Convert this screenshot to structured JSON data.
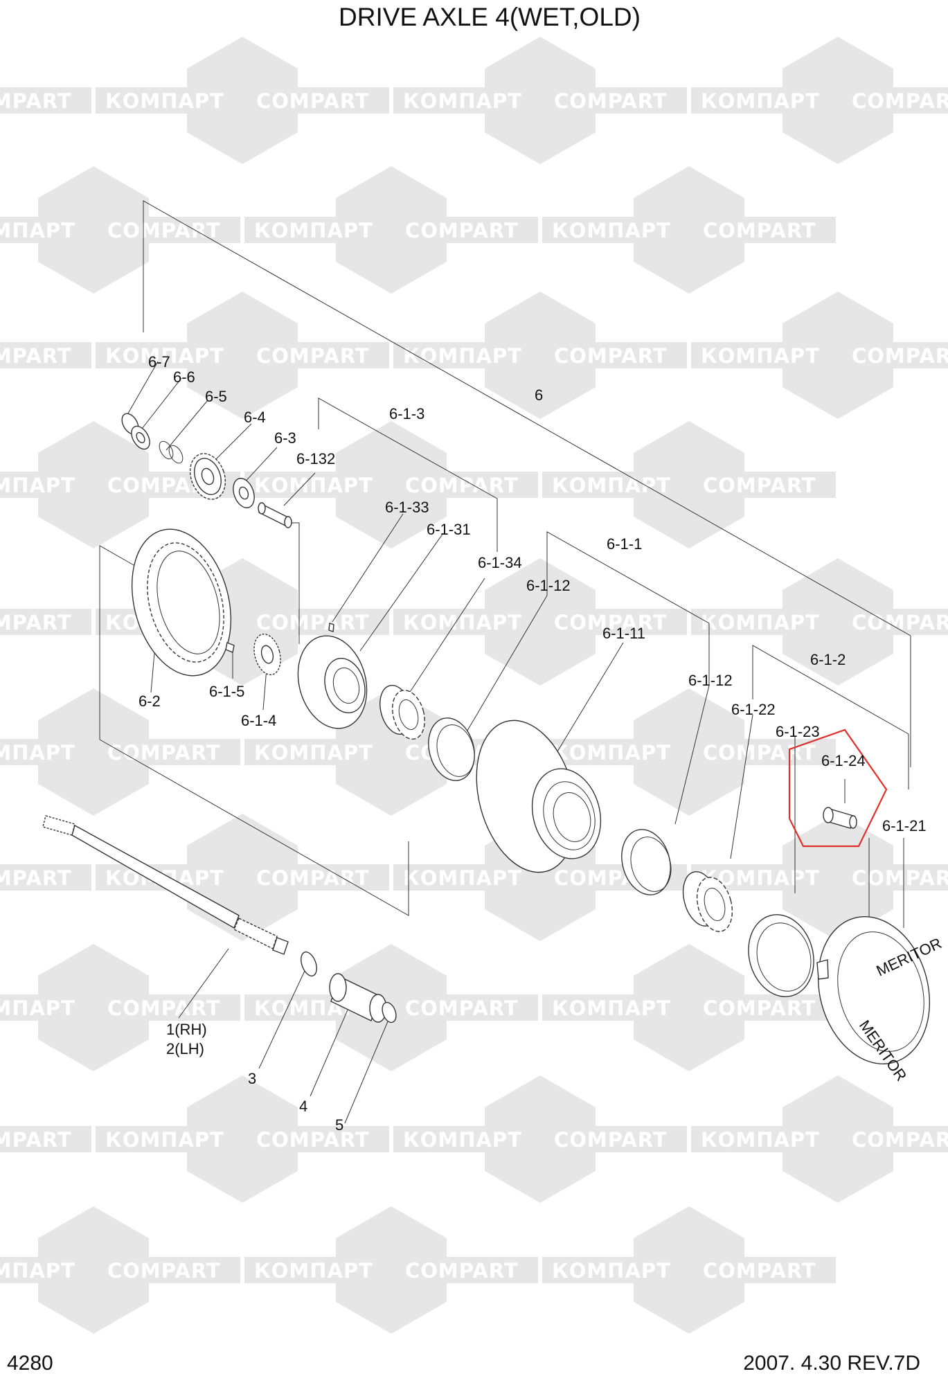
{
  "title": "DRIVE AXLE 4(WET,OLD)",
  "page_number": "4280",
  "revision": "2007. 4.30 REV.7D",
  "watermark": {
    "latin": "COMPART",
    "cyrillic": "КОМПАРТ",
    "color": "#e6e6e6"
  },
  "highlight_color": "#e0302a",
  "callouts": [
    {
      "label": "6-7"
    },
    {
      "label": "6-6"
    },
    {
      "label": "6-5"
    },
    {
      "label": "6-4"
    },
    {
      "label": "6-3"
    },
    {
      "label": "6-132"
    },
    {
      "label": "6-1-3"
    },
    {
      "label": "6"
    },
    {
      "label": "6-1-33"
    },
    {
      "label": "6-1-31"
    },
    {
      "label": "6-1-34"
    },
    {
      "label": "6-1-1"
    },
    {
      "label": "6-1-12"
    },
    {
      "label": "6-1-11"
    },
    {
      "label": "6-1-12"
    },
    {
      "label": "6-1-2"
    },
    {
      "label": "6-1-22"
    },
    {
      "label": "6-1-23"
    },
    {
      "label": "6-1-24"
    },
    {
      "label": "6-1-21"
    },
    {
      "label": "6-2"
    },
    {
      "label": "6-1-5"
    },
    {
      "label": "6-1-4"
    },
    {
      "label": "1(RH)"
    },
    {
      "label": "2(LH)"
    },
    {
      "label": "3"
    },
    {
      "label": "4"
    },
    {
      "label": "5"
    }
  ],
  "hub_cap_text": "MERITOR"
}
